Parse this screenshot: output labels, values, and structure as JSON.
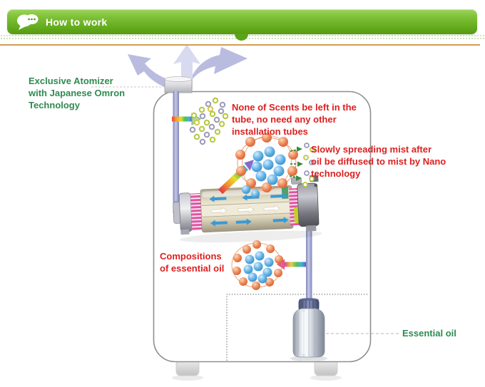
{
  "header": {
    "title": "How to work"
  },
  "labels": {
    "atomizer": "Exclusive Atomizer\nwith Japanese Omron\nTechnology",
    "no_scents": "None of Scents be left in the\ntube, no need any other\ninstallation tubes",
    "mist": "Slowly spreading mist after\noil be diffused to mist by Nano\ntechnology",
    "compositions": "Compositions\nof essential oil",
    "essential_oil": "Essential oil"
  },
  "colors": {
    "banner_green_top": "#9ed45c",
    "banner_green_bottom": "#55990f",
    "divider_orange": "#d49c55",
    "label_green": "#2e8b50",
    "label_red": "#dd2020",
    "mist_arrow_lavender": "#b9bcdf",
    "tube_purple": "#8285b8",
    "cylinder_beige": "#ece6d0",
    "comb_pink": "#df55a0",
    "flow_arrow_blue": "#3a9ad4",
    "molecule_blue": "#5fb2e6",
    "molecule_orange": "#ea7e4e",
    "diffuse_arrow_green": "#3a8a40"
  },
  "icons": {
    "header_icon": "chat-bubble-icon",
    "diagram_parts": [
      "mist-arrows",
      "atomizer-nozzle",
      "oil-tube",
      "atomizing-cylinder",
      "molecule-cluster",
      "oil-bottle"
    ]
  }
}
